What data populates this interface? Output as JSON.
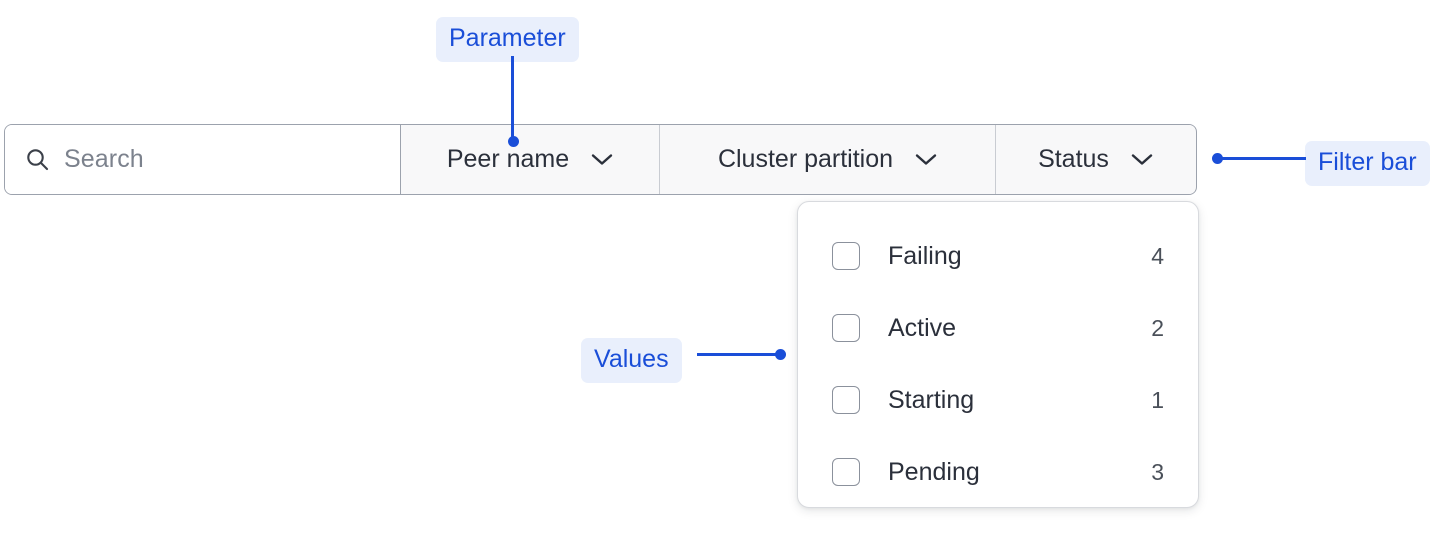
{
  "filter_bar": {
    "search": {
      "icon": "search-icon",
      "placeholder": "Search",
      "value": ""
    },
    "segments": [
      {
        "label": "Peer name",
        "icon": "chevron-down-icon"
      },
      {
        "label": "Cluster partition",
        "icon": "chevron-down-icon"
      },
      {
        "label": "Status",
        "icon": "chevron-down-icon"
      }
    ]
  },
  "values_panel": {
    "open_for": "Status",
    "options": [
      {
        "label": "Failing",
        "count": "4",
        "checked": false
      },
      {
        "label": "Active",
        "count": "2",
        "checked": false
      },
      {
        "label": "Starting",
        "count": "1",
        "checked": false
      },
      {
        "label": "Pending",
        "count": "3",
        "checked": false
      }
    ]
  },
  "annotations": {
    "parameter": "Parameter",
    "filter_bar": "Filter bar",
    "values": "Values"
  },
  "colors": {
    "accent": "#1a4ed8",
    "annotation_bg": "#e9effc",
    "bar_bg": "#f8f8f9",
    "bar_border": "#9ca2ad",
    "panel_border": "#d8dade",
    "text": "#2b303b",
    "placeholder": "#7c828d"
  }
}
